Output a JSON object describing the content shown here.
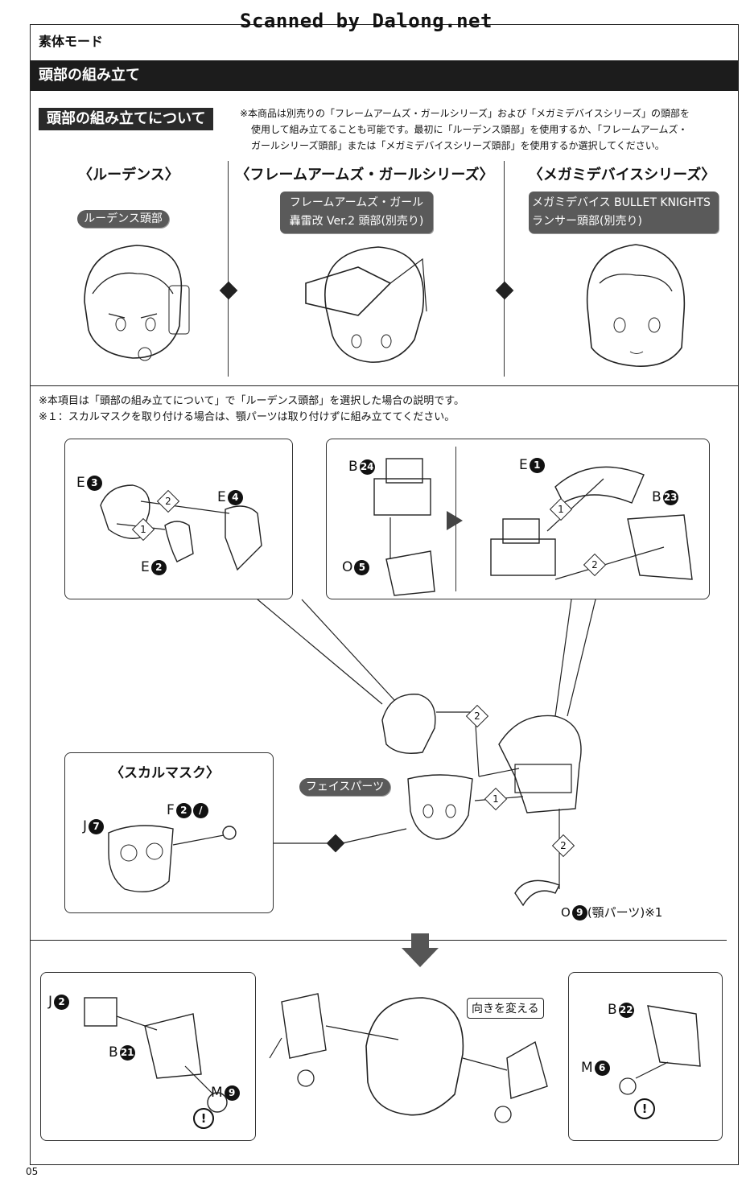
{
  "watermark": "Scanned by Dalong.net",
  "mode_label": "素体モード",
  "section_title": "頭部の組み立て",
  "subsection_title": "頭部の組み立てについて",
  "intro_note": [
    "※本商品は別売りの「フレームアームズ・ガールシリーズ」および「メガミデバイスシリーズ」の頭部を",
    "使用して組み立てることも可能です。最初に「ルーデンス頭部」を使用するか、「フレームアームズ・",
    "ガールシリーズ頭部」または「メガミデバイスシリーズ頭部」を使用するか選択してください。"
  ],
  "options": [
    {
      "title": "〈ルーデンス〉",
      "pill": [
        "ルーデンス頭部"
      ]
    },
    {
      "title": "〈フレームアームズ・ガールシリーズ〉",
      "pill": [
        "フレームアームズ・ガール",
        "轟雷改 Ver.2 頭部(別売り)"
      ]
    },
    {
      "title": "〈メガミデバイスシリーズ〉",
      "pill": [
        "メガミデバイス BULLET KNIGHTS",
        "ランサー頭部(別売り)"
      ]
    }
  ],
  "assembly_notes": [
    "※本項目は「頭部の組み立てについて」で「ルーデンス頭部」を選択した場合の説明です。",
    "※１：スカルマスクを取り付ける場合は、顎パーツは取り付けずに組み立ててください。"
  ],
  "parts": {
    "e3": {
      "letter": "E",
      "num": "3"
    },
    "e4": {
      "letter": "E",
      "num": "4"
    },
    "e2": {
      "letter": "E",
      "num": "2"
    },
    "b24": {
      "letter": "B",
      "num": "24"
    },
    "o5": {
      "letter": "O",
      "num": "5"
    },
    "e1": {
      "letter": "E",
      "num": "1"
    },
    "b23": {
      "letter": "B",
      "num": "23"
    },
    "f2": {
      "letter": "F",
      "num": "2"
    },
    "j7": {
      "letter": "J",
      "num": "7"
    },
    "o9": {
      "letter": "O",
      "num": "9",
      "note": "(顎パーツ)※1"
    },
    "j2": {
      "letter": "J",
      "num": "2"
    },
    "b21": {
      "letter": "B",
      "num": "21"
    },
    "m9": {
      "letter": "M",
      "num": "9"
    },
    "b22": {
      "letter": "B",
      "num": "22"
    },
    "m6": {
      "letter": "M",
      "num": "6"
    }
  },
  "skull_mask_title": "〈スカルマスク〉",
  "face_parts_label": "フェイスパーツ",
  "turn_label": "向きを変える",
  "steps": [
    "1",
    "2"
  ],
  "warning_mark": "!",
  "page_number": "05"
}
